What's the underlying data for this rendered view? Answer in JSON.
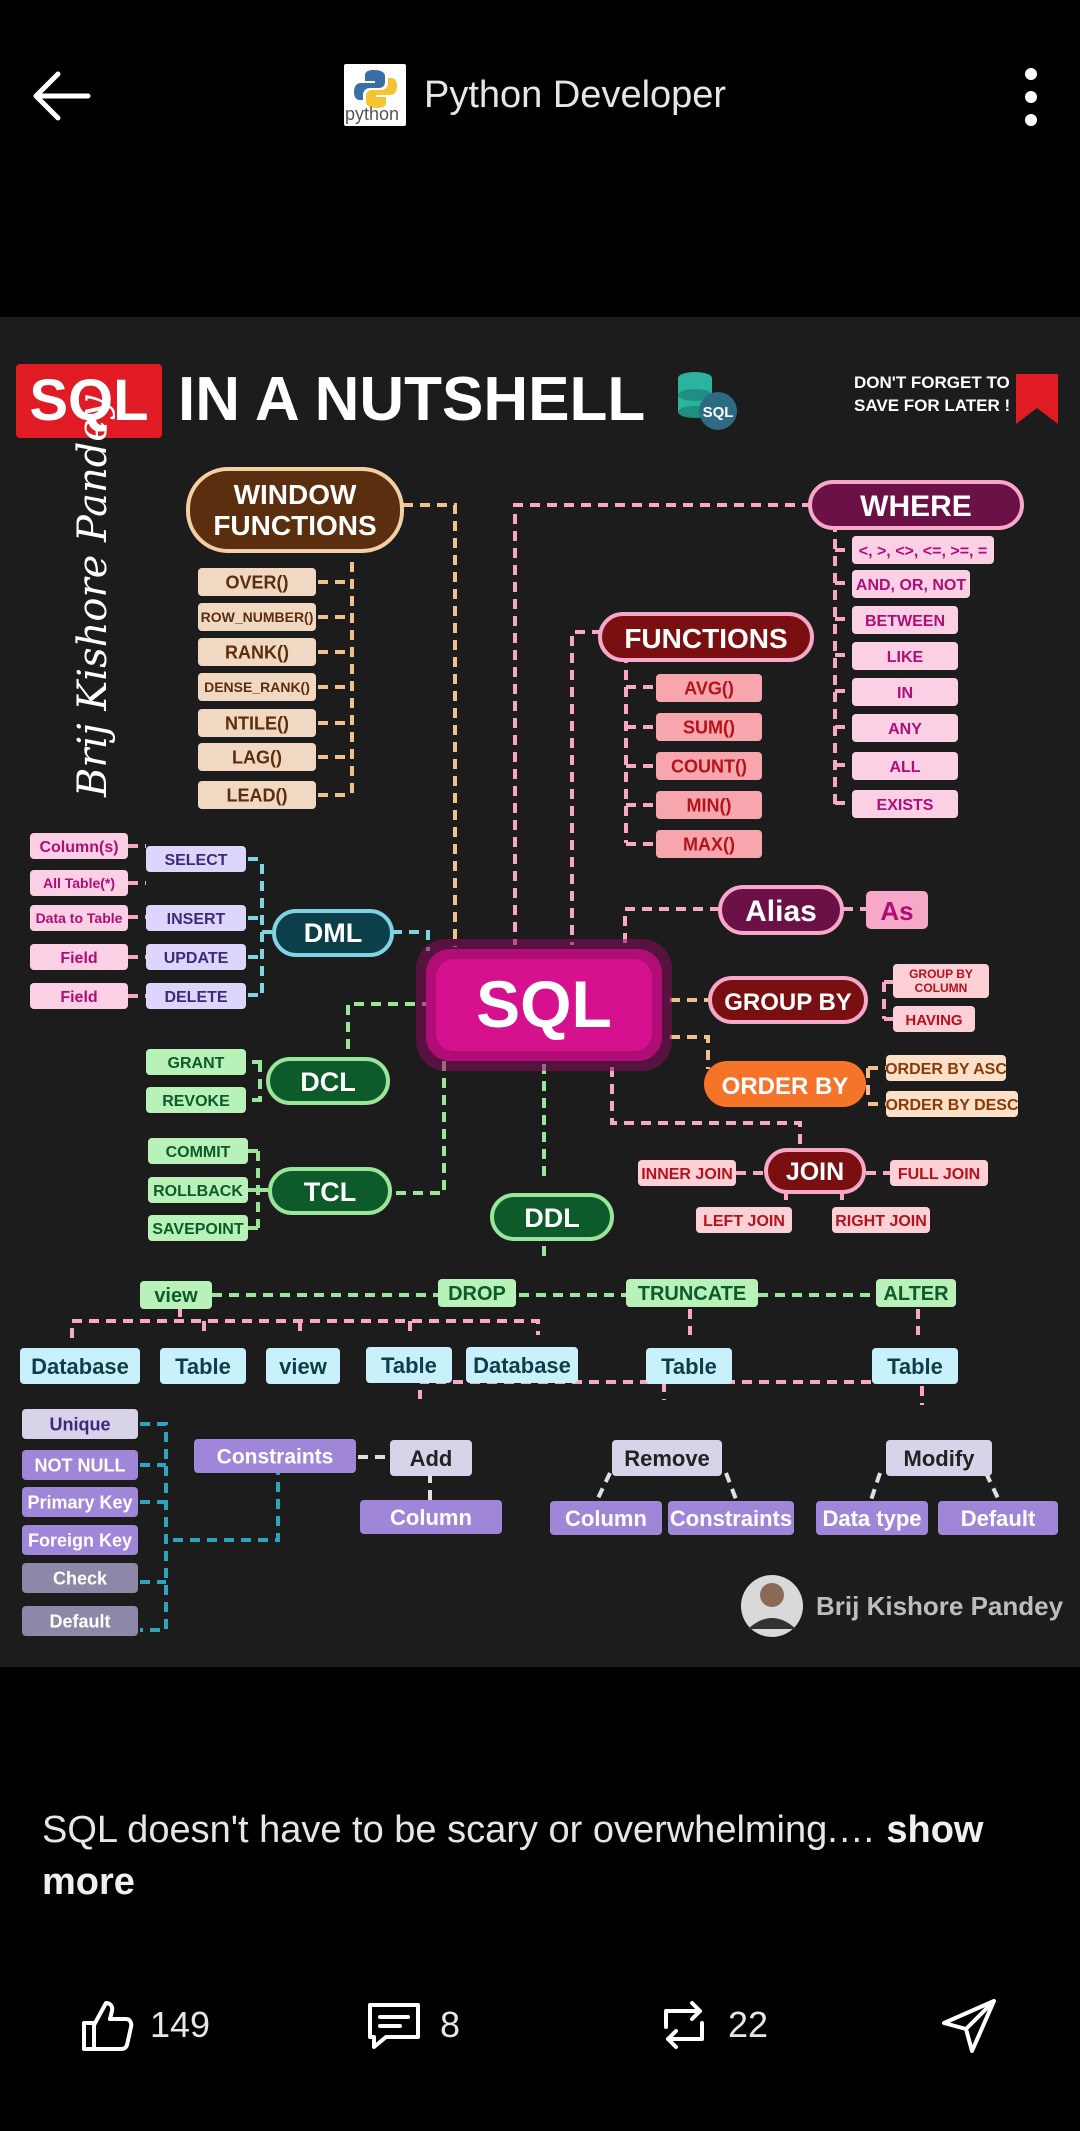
{
  "header": {
    "channel_name": "Python Developer",
    "logo_text": "python",
    "back_icon": "arrow-left-icon",
    "more_icon": "more-vertical-icon"
  },
  "infographic": {
    "title_sql": "SQL",
    "title_rest": "IN A NUTSHELL",
    "db_badge": "SQL",
    "reminder_line1": "DON'T FORGET TO",
    "reminder_line2": "SAVE FOR LATER !",
    "vertical_signature": "Brij Kishore Pandey",
    "center": "SQL",
    "window_functions": {
      "title_line1": "WINDOW",
      "title_line2": "FUNCTIONS",
      "items": [
        "OVER()",
        "ROW_NUMBER()",
        "RANK()",
        "DENSE_RANK()",
        "NTILE()",
        "LAG()",
        "LEAD()"
      ]
    },
    "where": {
      "title": "WHERE",
      "items": [
        "<, >, <>, <=, >=, =",
        "AND, OR, NOT",
        "BETWEEN",
        "LIKE",
        "IN",
        "ANY",
        "ALL",
        "EXISTS"
      ]
    },
    "functions": {
      "title": "FUNCTIONS",
      "items": [
        "AVG()",
        "SUM()",
        "COUNT()",
        "MIN()",
        "MAX()"
      ]
    },
    "alias": {
      "title": "Alias",
      "value": "As"
    },
    "group_by": {
      "title": "GROUP BY",
      "item1_line1": "GROUP BY",
      "item1_line2": "COLUMN",
      "item2": "HAVING"
    },
    "order_by": {
      "title": "ORDER BY",
      "items": [
        "ORDER BY ASC",
        "ORDER BY DESC"
      ]
    },
    "join": {
      "title": "JOIN",
      "items": [
        "INNER JOIN",
        "FULL JOIN",
        "LEFT JOIN",
        "RIGHT JOIN"
      ]
    },
    "dml": {
      "title": "DML",
      "commands": [
        "SELECT",
        "INSERT",
        "UPDATE",
        "DELETE"
      ],
      "targets": [
        "Column(s)",
        "All Table(*)",
        "Data to Table",
        "Field",
        "Field"
      ]
    },
    "dcl": {
      "title": "DCL",
      "items": [
        "GRANT",
        "REVOKE"
      ]
    },
    "tcl": {
      "title": "TCL",
      "items": [
        "COMMIT",
        "ROLLBACK",
        "SAVEPOINT"
      ]
    },
    "ddl": {
      "title": "DDL",
      "commands": [
        "view",
        "DROP",
        "TRUNCATE",
        "ALTER"
      ],
      "objects": [
        "Database",
        "Table",
        "view",
        "Table",
        "Database",
        "Table",
        "Table"
      ],
      "alter_actions": [
        "Add",
        "Remove",
        "Modify"
      ],
      "alter_targets": [
        "Column",
        "Column",
        "Constraints",
        "Data type",
        "Default"
      ],
      "constraints_label": "Constraints",
      "constraints": [
        "Unique",
        "NOT NULL",
        "Primary Key",
        "Foreign Key",
        "Check",
        "Default"
      ]
    },
    "author_name": "Brij Kishore Pandey"
  },
  "post": {
    "text": "SQL doesn't have to be scary or overwhelming.…",
    "show_more": "show more"
  },
  "actions": {
    "likes": "149",
    "comments": "8",
    "reposts": "22",
    "like_icon": "thumbs-up-icon",
    "comment_icon": "comment-icon",
    "repost_icon": "repost-icon",
    "share_icon": "send-icon"
  },
  "colors": {
    "background": "#000000",
    "infographic_bg": "#1c1c1c",
    "sql_red": "#e01b24",
    "sql_magenta": "#d6118d",
    "window_brown": "#5a2e0f",
    "where_purple": "#6b1147",
    "functions_red": "#7a0f12",
    "order_orange": "#f5742a",
    "dml_teal": "#0c3f4a",
    "dcl_green": "#0d5a2a",
    "constraint_purple": "#9f86d9"
  }
}
